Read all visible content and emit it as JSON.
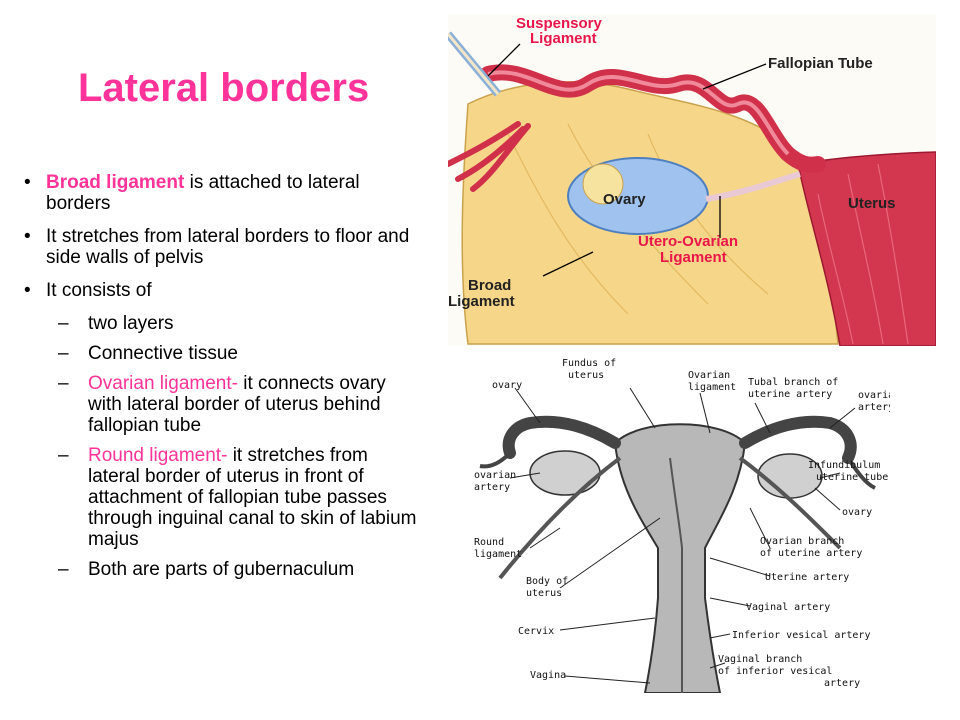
{
  "slide": {
    "title": "Lateral borders",
    "bullets": [
      {
        "highlight": "Broad ligament",
        "text": " is attached to lateral borders"
      },
      {
        "text": "It stretches from lateral borders to floor and side walls of pelvis"
      },
      {
        "text": "It consists of"
      }
    ],
    "sub_bullets": [
      {
        "text": " two layers"
      },
      {
        "text": "Connective tissue"
      },
      {
        "highlight": "Ovarian ligament-",
        "text": " it connects ovary with lateral border of uterus behind fallopian tube"
      },
      {
        "highlight": "Round ligament-",
        "text": " it stretches from lateral border of uterus in front of attachment of fallopian tube  passes through inguinal canal to skin of labium majus"
      },
      {
        "text": "Both are parts of gubernaculum"
      }
    ]
  },
  "top_figure": {
    "labels": {
      "suspensory_1": "Suspensory",
      "suspensory_2": "Ligament",
      "fallopian": "Fallopian Tube",
      "ovary": "Ovary",
      "uterus": "Uterus",
      "uo_1": "Utero-Ovarian",
      "uo_2": "Ligament",
      "broad_1": "Broad",
      "broad_2": "Ligament"
    }
  },
  "bottom_figure": {
    "labels": {
      "fundus_1": "Fundus of",
      "fundus_2": "uterus",
      "ovary_left": "ovary",
      "ovarian_lig_1": "Ovarian",
      "ovarian_lig_2": "ligament",
      "tubal_1": "Tubal branch of",
      "tubal_2": "uterine artery",
      "ov_art_r_1": "ovarian",
      "ov_art_r_2": "artery",
      "ov_art_l_1": "ovarian",
      "ov_art_l_2": "artery",
      "infund_1": "Infundibulum",
      "infund_2": "uterine tube",
      "ovary_right": "ovary",
      "round_1": "Round",
      "round_2": "ligament",
      "ov_branch_1": "Ovarian branch",
      "ov_branch_2": "of uterine artery",
      "uterine_artery": "Uterine artery",
      "body_1": "Body of",
      "body_2": "uterus",
      "vaginal_artery": "Vaginal artery",
      "cervix": "Cervix",
      "inf_vesical": "Inferior vesical artery",
      "vag_branch_1": "Vaginal branch",
      "vag_branch_2": "of inferior vesical",
      "artery": "artery",
      "vagina": "Vagina"
    }
  }
}
